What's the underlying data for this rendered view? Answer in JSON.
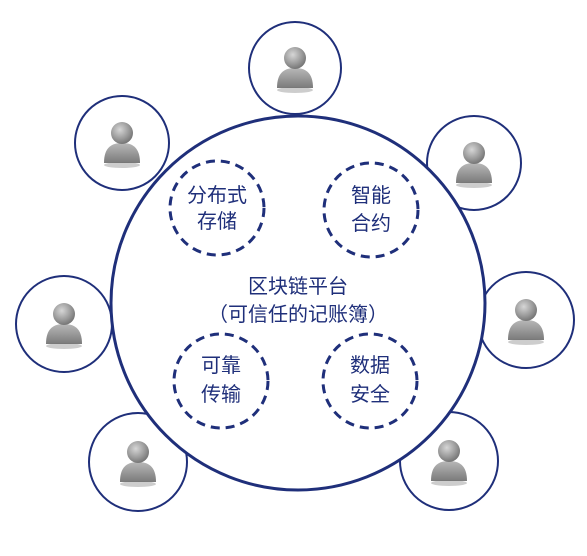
{
  "diagram": {
    "platform": {
      "line1": "区块链平台",
      "line2": "（可信任的记账簿）"
    },
    "features": [
      {
        "key": "storage",
        "line1": "分布式",
        "line2": "存储"
      },
      {
        "key": "contract",
        "line1": "智能",
        "line2": "合约"
      },
      {
        "key": "transfer",
        "line1": "可靠",
        "line2": "传输"
      },
      {
        "key": "security",
        "line1": "数据",
        "line2": "安全"
      }
    ],
    "participants": [
      {
        "icon": "user-icon"
      },
      {
        "icon": "user-icon"
      },
      {
        "icon": "user-icon"
      },
      {
        "icon": "user-icon"
      },
      {
        "icon": "user-icon"
      },
      {
        "icon": "user-icon"
      },
      {
        "icon": "user-icon"
      }
    ],
    "colors": {
      "stroke": "#1f2f7a",
      "text": "#1f2f7a",
      "user_fill": "#8f8f8f"
    }
  }
}
